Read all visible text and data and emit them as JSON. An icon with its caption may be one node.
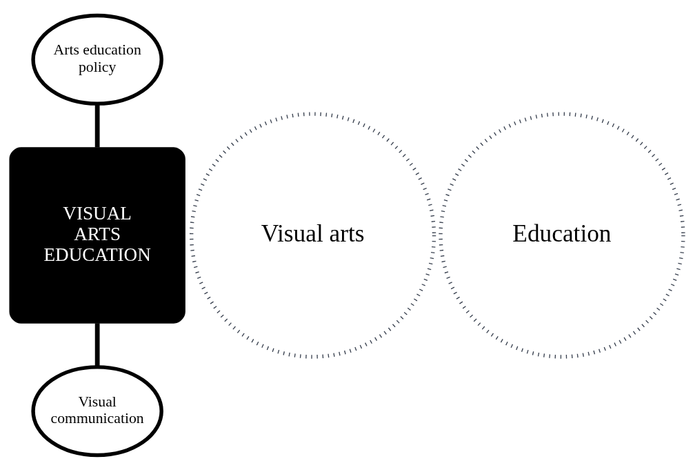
{
  "diagram": {
    "nodes": [
      {
        "text": [
          "Arts education policy"
        ]
      },
      {
        "text": [
          "Visual arts"
        ]
      },
      {
        "text": [
          "VISUAL ARTS EDUCATION"
        ]
      },
      {
        "text": [
          "Education"
        ]
      },
      {
        "text": [
          "Visual communication"
        ]
      }
    ],
    "edges": [
      {
        "from": 0,
        "to": 2,
        "arrow": "none"
      },
      {
        "from": 2,
        "to": 4,
        "arrow": "none"
      }
    ]
  }
}
